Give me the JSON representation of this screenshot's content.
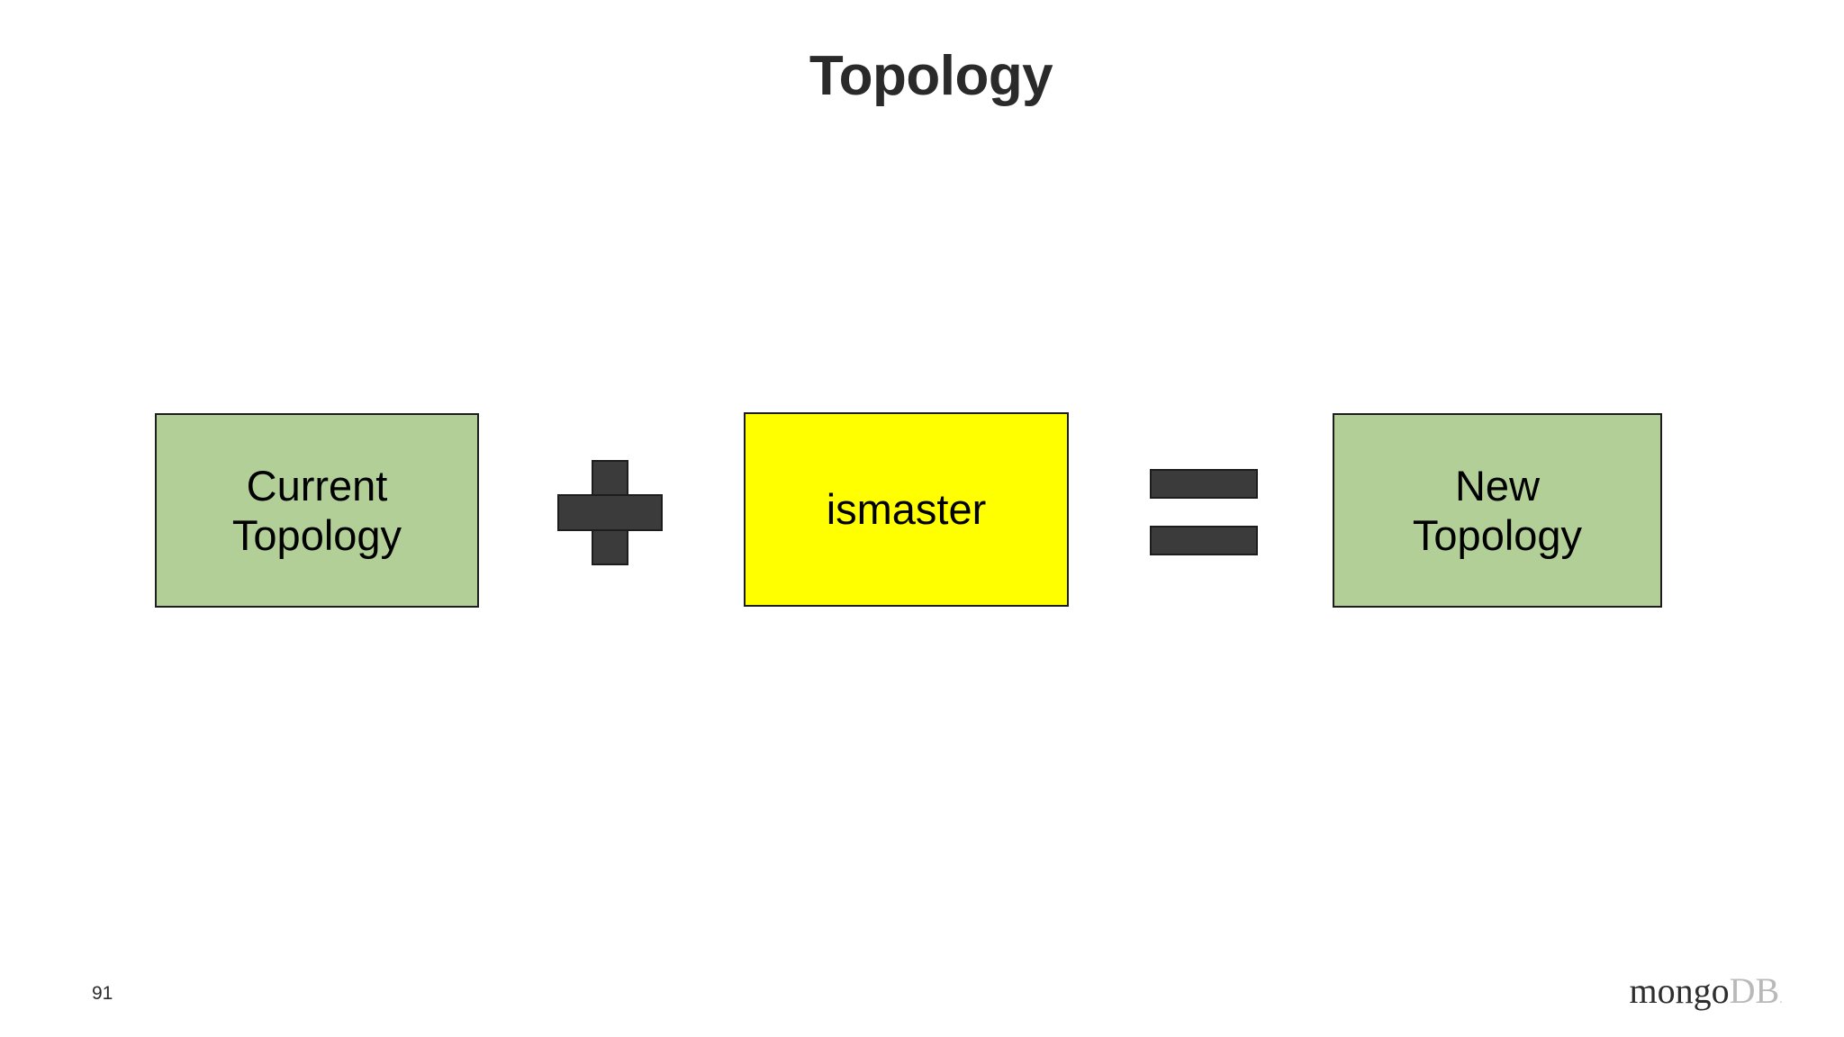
{
  "slide": {
    "title": "Topology",
    "page_number": "91",
    "background_color": "#ffffff"
  },
  "equation": {
    "operands": [
      {
        "id": "current-topology",
        "label": "Current\nTopology",
        "fill_color": "#b1cf96",
        "border_color": "#1d1d1d",
        "text_color": "#000000"
      },
      {
        "id": "ismaster",
        "label": "ismaster",
        "fill_color": "#ffff00",
        "border_color": "#1d1d1d",
        "text_color": "#000000"
      },
      {
        "id": "new-topology",
        "label": "New\nTopology",
        "fill_color": "#b1cf96",
        "border_color": "#1d1d1d",
        "text_color": "#000000"
      }
    ],
    "operators": [
      {
        "id": "plus",
        "glyph": "+",
        "icon": "plus-icon",
        "color": "#3b3b3b"
      },
      {
        "id": "equals",
        "glyph": "=",
        "icon": "equals-icon",
        "color": "#3b3b3b"
      }
    ]
  },
  "branding": {
    "mongo_text": "mongo",
    "db_text": "DB",
    "trademark": ".",
    "mongo_color": "#2e2e2e",
    "db_color": "#b9b9b9"
  }
}
